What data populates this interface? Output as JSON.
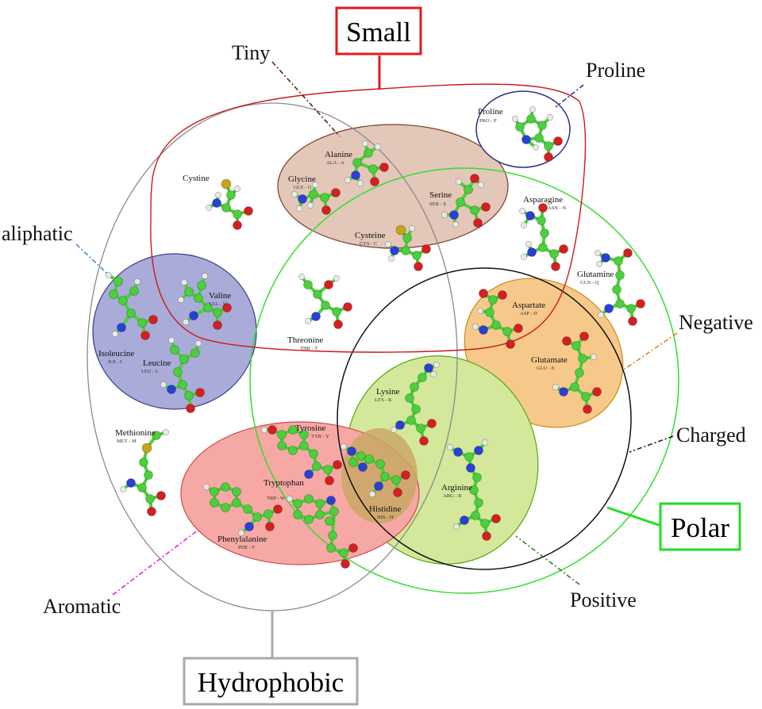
{
  "categories": {
    "small": {
      "label": "Small",
      "color": "#e01a1a"
    },
    "tiny": {
      "label": "Tiny"
    },
    "proline": {
      "label": "Proline"
    },
    "aliphatic": {
      "label": "aliphatic"
    },
    "negative": {
      "label": "Negative"
    },
    "charged": {
      "label": "Charged"
    },
    "polar": {
      "label": "Polar",
      "color": "#22dd22"
    },
    "positive": {
      "label": "Positive"
    },
    "aromatic": {
      "label": "Aromatic"
    },
    "hydrophobic": {
      "label": "Hydrophobic",
      "color": "#aaaaaa"
    }
  },
  "amino_acids": [
    {
      "key": "proline",
      "name": "Proline",
      "code": "PRO - P"
    },
    {
      "key": "alanine",
      "name": "Alanine",
      "code": "ALA - A"
    },
    {
      "key": "glycine",
      "name": "Glycine",
      "code": "GLY - G"
    },
    {
      "key": "cystine",
      "name": "Cystine",
      "code": ""
    },
    {
      "key": "serine",
      "name": "Serine",
      "code": "SER - S"
    },
    {
      "key": "cysteine",
      "name": "Cysteine",
      "code": "CYS - C"
    },
    {
      "key": "asparagine",
      "name": "Asparagine",
      "code": "ASN - N"
    },
    {
      "key": "glutamine",
      "name": "Glutamine",
      "code": "GLN - Q"
    },
    {
      "key": "valine",
      "name": "Valine",
      "code": "VAL - V"
    },
    {
      "key": "isoleucine",
      "name": "Isoleucine",
      "code": "ILE - I"
    },
    {
      "key": "leucine",
      "name": "Leucine",
      "code": "LEU - L"
    },
    {
      "key": "threonine",
      "name": "Threonine",
      "code": "THR - T"
    },
    {
      "key": "aspartate",
      "name": "Aspartate",
      "code": "ASP - D"
    },
    {
      "key": "glutamate",
      "name": "Glutamate",
      "code": "GLU - E"
    },
    {
      "key": "lysine",
      "name": "Lysine",
      "code": "LYS - K"
    },
    {
      "key": "methionine",
      "name": "Methionine",
      "code": "MET - M"
    },
    {
      "key": "tyrosine",
      "name": "Tyrosine",
      "code": "TYR - Y"
    },
    {
      "key": "tryptophan",
      "name": "Tryptophan",
      "code": "TRP - W"
    },
    {
      "key": "histidine",
      "name": "Histidine",
      "code": "HIS - H"
    },
    {
      "key": "arginine",
      "name": "Arginine",
      "code": "ARG - R"
    },
    {
      "key": "phenylalanine",
      "name": "Phenylalanine",
      "code": "PHE - F"
    }
  ],
  "colors": {
    "carbon": "#4ccf3c",
    "hydrogen": "#e8e8e8",
    "oxygen": "#d42020",
    "nitrogen": "#2a3fd6",
    "sulfur": "#c8a21e"
  }
}
